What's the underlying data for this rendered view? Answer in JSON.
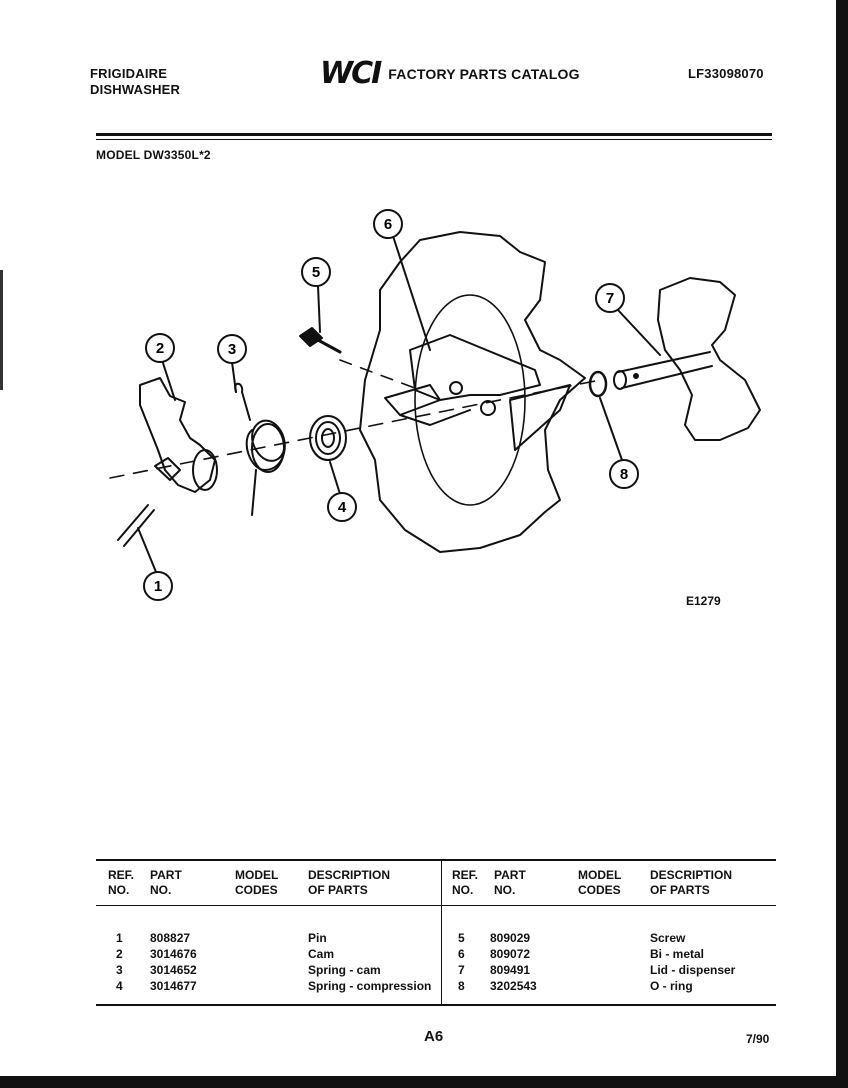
{
  "header": {
    "brand_line1": "FRIGIDAIRE",
    "brand_line2": "DISHWASHER",
    "logo": "WCI",
    "catalog_title": "FACTORY PARTS CATALOG",
    "catalog_number": "LF33098070"
  },
  "model_label": "MODEL DW3350L*2",
  "diagram": {
    "figure_code": "E1279",
    "callouts": [
      "1",
      "2",
      "3",
      "4",
      "5",
      "6",
      "7",
      "8"
    ]
  },
  "parts_table": {
    "headers_left": {
      "ref": "REF.\nNO.",
      "part": "PART\nNO.",
      "model": "MODEL\nCODES",
      "desc": "DESCRIPTION\nOF PARTS"
    },
    "headers_right": {
      "ref": "REF.\nNO.",
      "part": "PART\nNO.",
      "model": "MODEL\nCODES",
      "desc": "DESCRIPTION\nOF PARTS"
    },
    "left_rows": [
      {
        "ref": "1",
        "part": "808827",
        "model": "",
        "desc": "Pin"
      },
      {
        "ref": "2",
        "part": "3014676",
        "model": "",
        "desc": "Cam"
      },
      {
        "ref": "3",
        "part": "3014652",
        "model": "",
        "desc": "Spring - cam"
      },
      {
        "ref": "4",
        "part": "3014677",
        "model": "",
        "desc": "Spring - compression"
      }
    ],
    "right_rows": [
      {
        "ref": "5",
        "part": "809029",
        "model": "",
        "desc": "Screw"
      },
      {
        "ref": "6",
        "part": "809072",
        "model": "",
        "desc": "Bi - metal"
      },
      {
        "ref": "7",
        "part": "809491",
        "model": "",
        "desc": "Lid - dispenser"
      },
      {
        "ref": "8",
        "part": "3202543",
        "model": "",
        "desc": "O - ring"
      }
    ]
  },
  "footer": {
    "page": "A6",
    "date": "7/90"
  }
}
